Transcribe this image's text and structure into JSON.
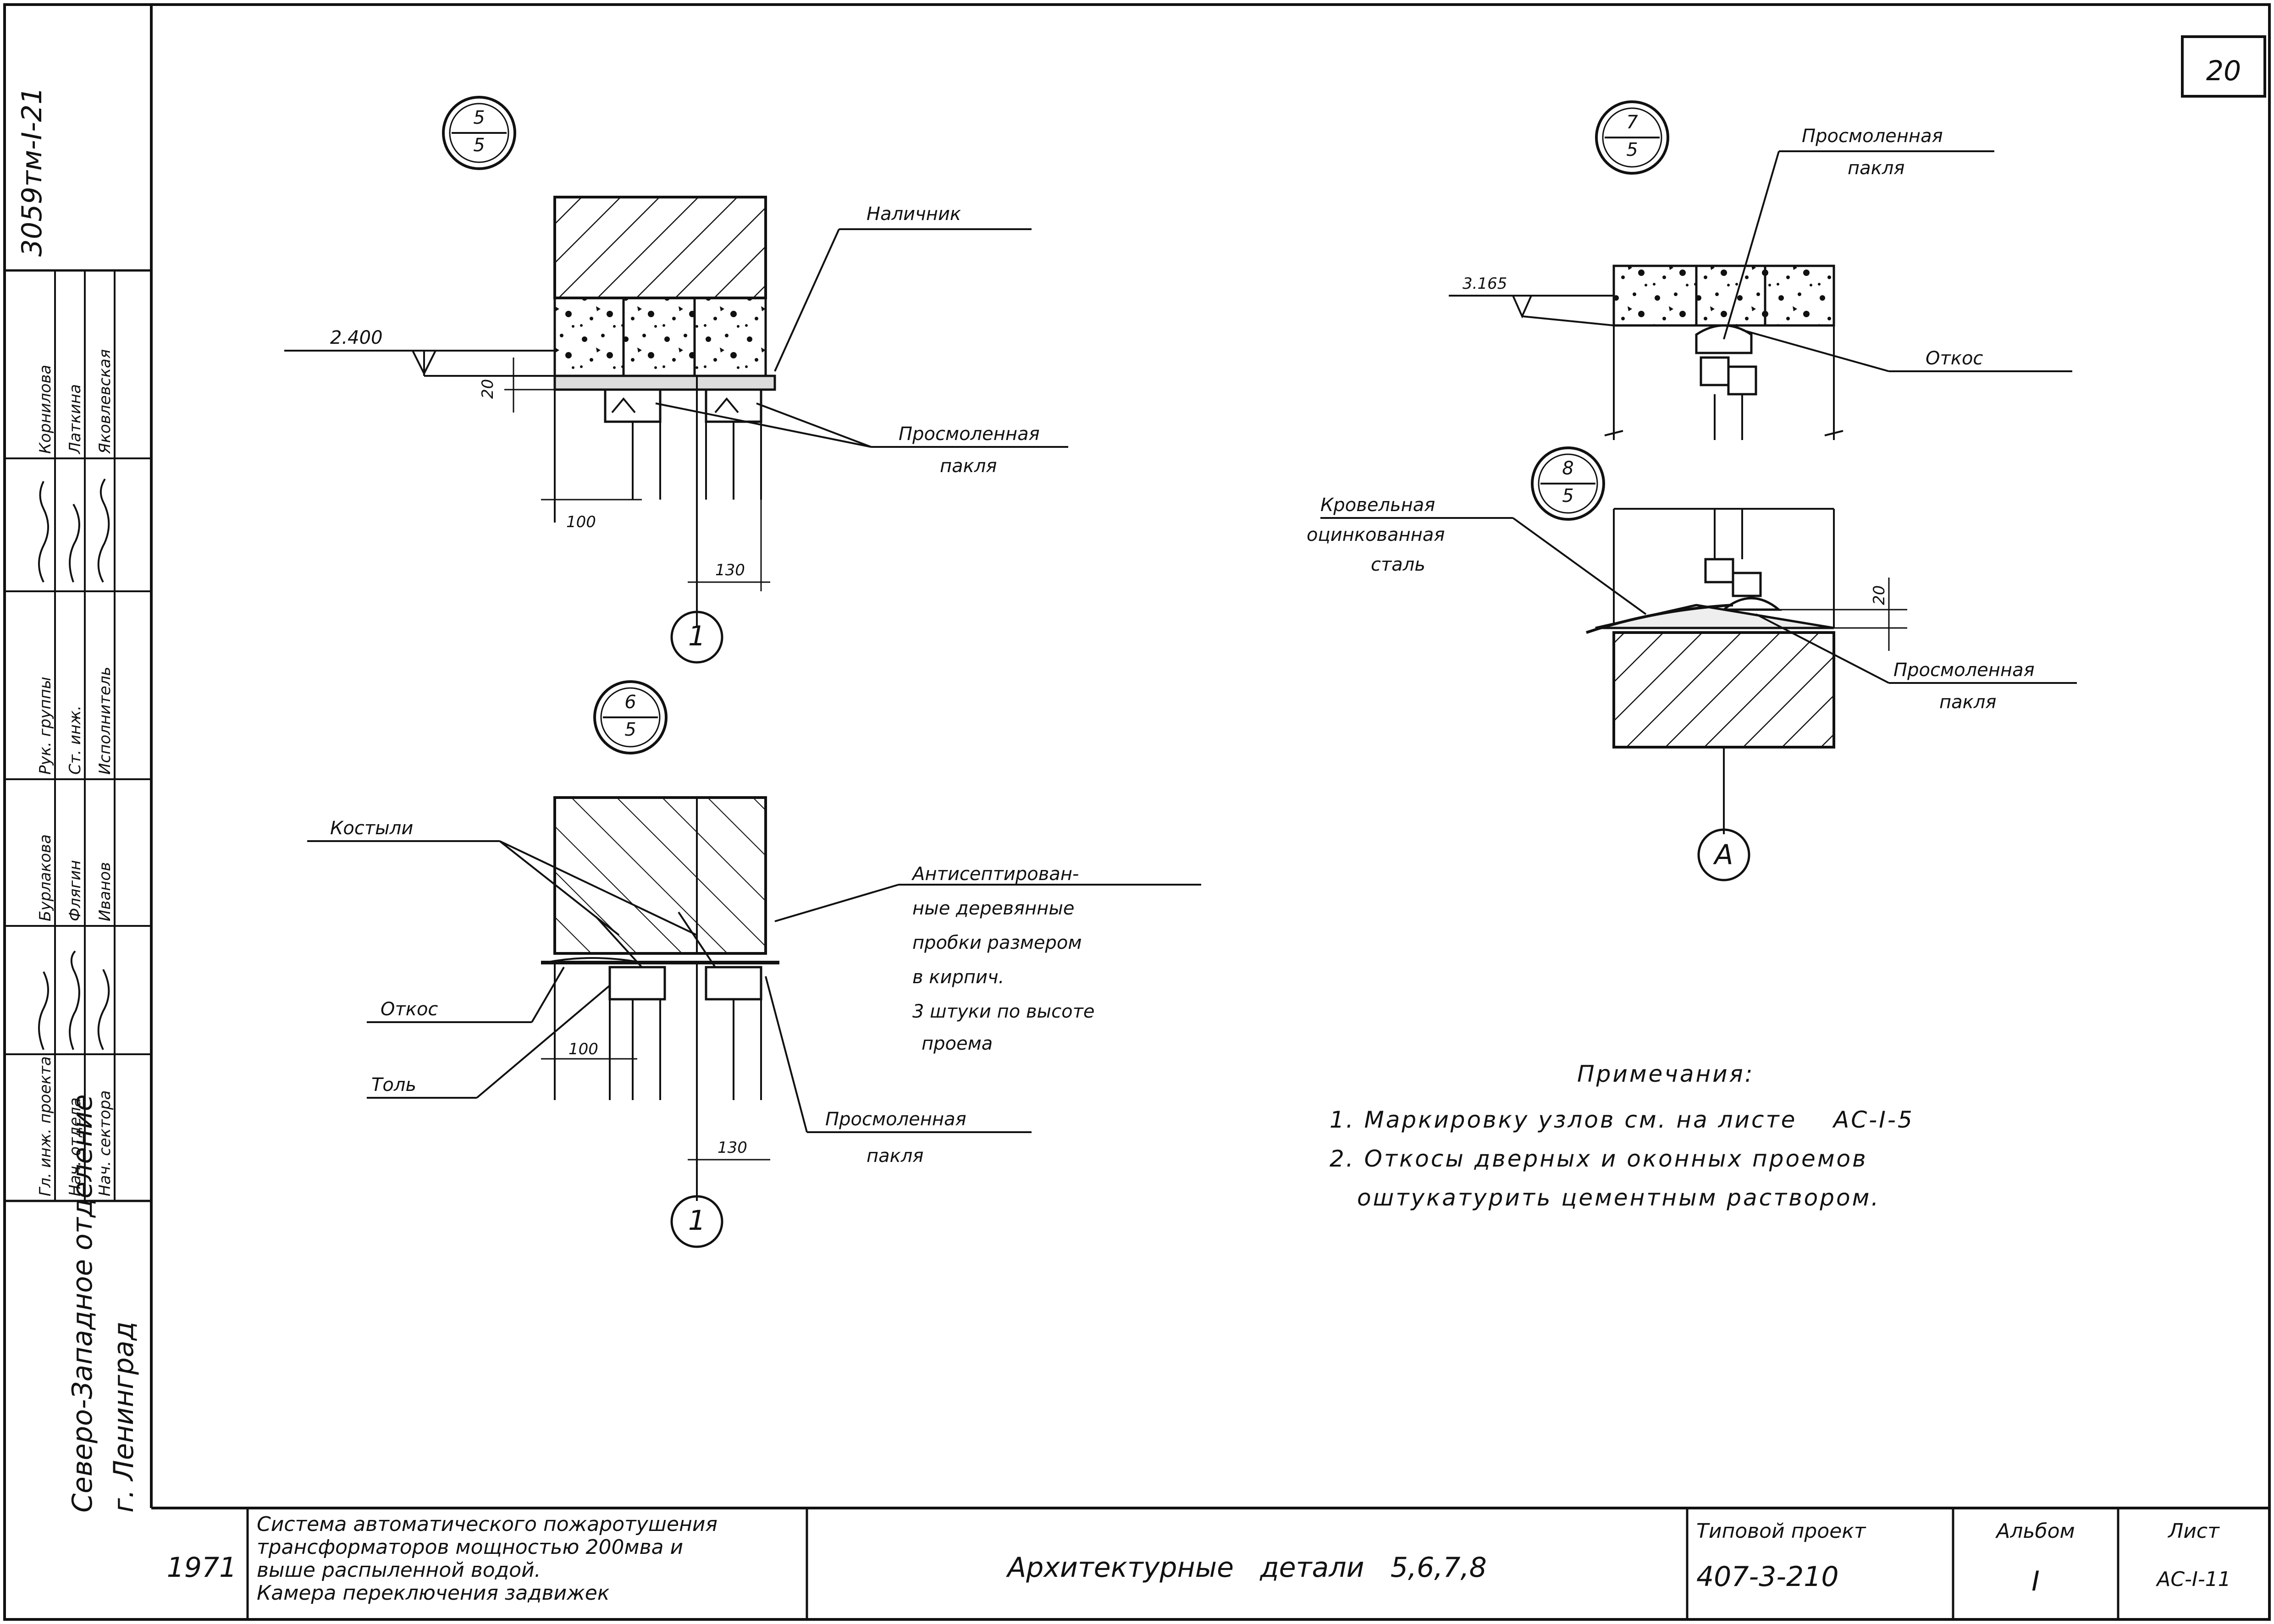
{
  "sheet": {
    "page_number": "20",
    "side_code": "3059тм-I-21",
    "org_line1": "Северо-Западное отделение",
    "org_line2": "г. Ленинград"
  },
  "stamp": {
    "roles": [
      "Рук. группы",
      "Ст. инж.",
      "Исполнитель",
      "Гл. инж. проекта",
      "Нач. отдела",
      "Нач. сектора"
    ],
    "names": [
      "Корнилова",
      "Латкина",
      "Яковлевская",
      "Бурлакова",
      "Флягин",
      "Иванов"
    ],
    "signatures": [
      "подпись",
      "подпись",
      "подпись",
      "подпись",
      "подпись",
      "подпись"
    ]
  },
  "details": {
    "d5": {
      "marker_top": "5",
      "marker_bottom": "5",
      "label_cover": "Наличник",
      "label_oakum_1": "Просмоленная",
      "label_oakum_2": "пакля",
      "level": "2.400",
      "dim_gap": "20",
      "dim_100": "100",
      "dim_130": "130",
      "axis": "1"
    },
    "d6": {
      "marker_top": "6",
      "marker_bottom": "5",
      "label_spikes": "Костыли",
      "label_slope": "Откос",
      "label_felt": "Толь",
      "plug_lines": [
        "Антисептирован-",
        "ные деревянные",
        "пробки размером",
        "в кирпич.",
        "3 штуки по высоте",
        "проема"
      ],
      "label_oakum_1": "Просмоленная",
      "label_oakum_2": "пакля",
      "dim_100": "100",
      "dim_130": "130",
      "axis": "1"
    },
    "d7": {
      "marker_top": "7",
      "marker_bottom": "5",
      "label_oakum_1": "Просмоленная",
      "label_oakum_2": "пакля",
      "label_slope": "Откос",
      "level": "3.165"
    },
    "d8": {
      "marker_top": "8",
      "marker_bottom": "5",
      "roof_lines": [
        "Кровельная",
        "оцинкованная",
        "сталь"
      ],
      "dim_gap": "20",
      "label_oakum_1": "Просмоленная",
      "label_oakum_2": "пакля",
      "axis": "А"
    }
  },
  "notes": {
    "title": "Примечания:",
    "items": [
      "1. Маркировку узлов см. на листе    АС-I-5",
      "2. Откосы дверных и оконных проемов",
      "оштукатурить цементным раствором."
    ]
  },
  "title_block": {
    "year": "1971",
    "desc": [
      "Система автоматического пожаротушения",
      "трансформаторов мощностью 200мва и",
      "выше распыленной водой.",
      "Камера переключения задвижек"
    ],
    "title": "Архитектурные   детали   5,6,7,8",
    "project_label": "Типовой проект",
    "project_code": "407-3-210",
    "album_label": "Альбом",
    "album_value": "I",
    "sheet_label": "Лист",
    "sheet_value": "АС-I-11"
  }
}
